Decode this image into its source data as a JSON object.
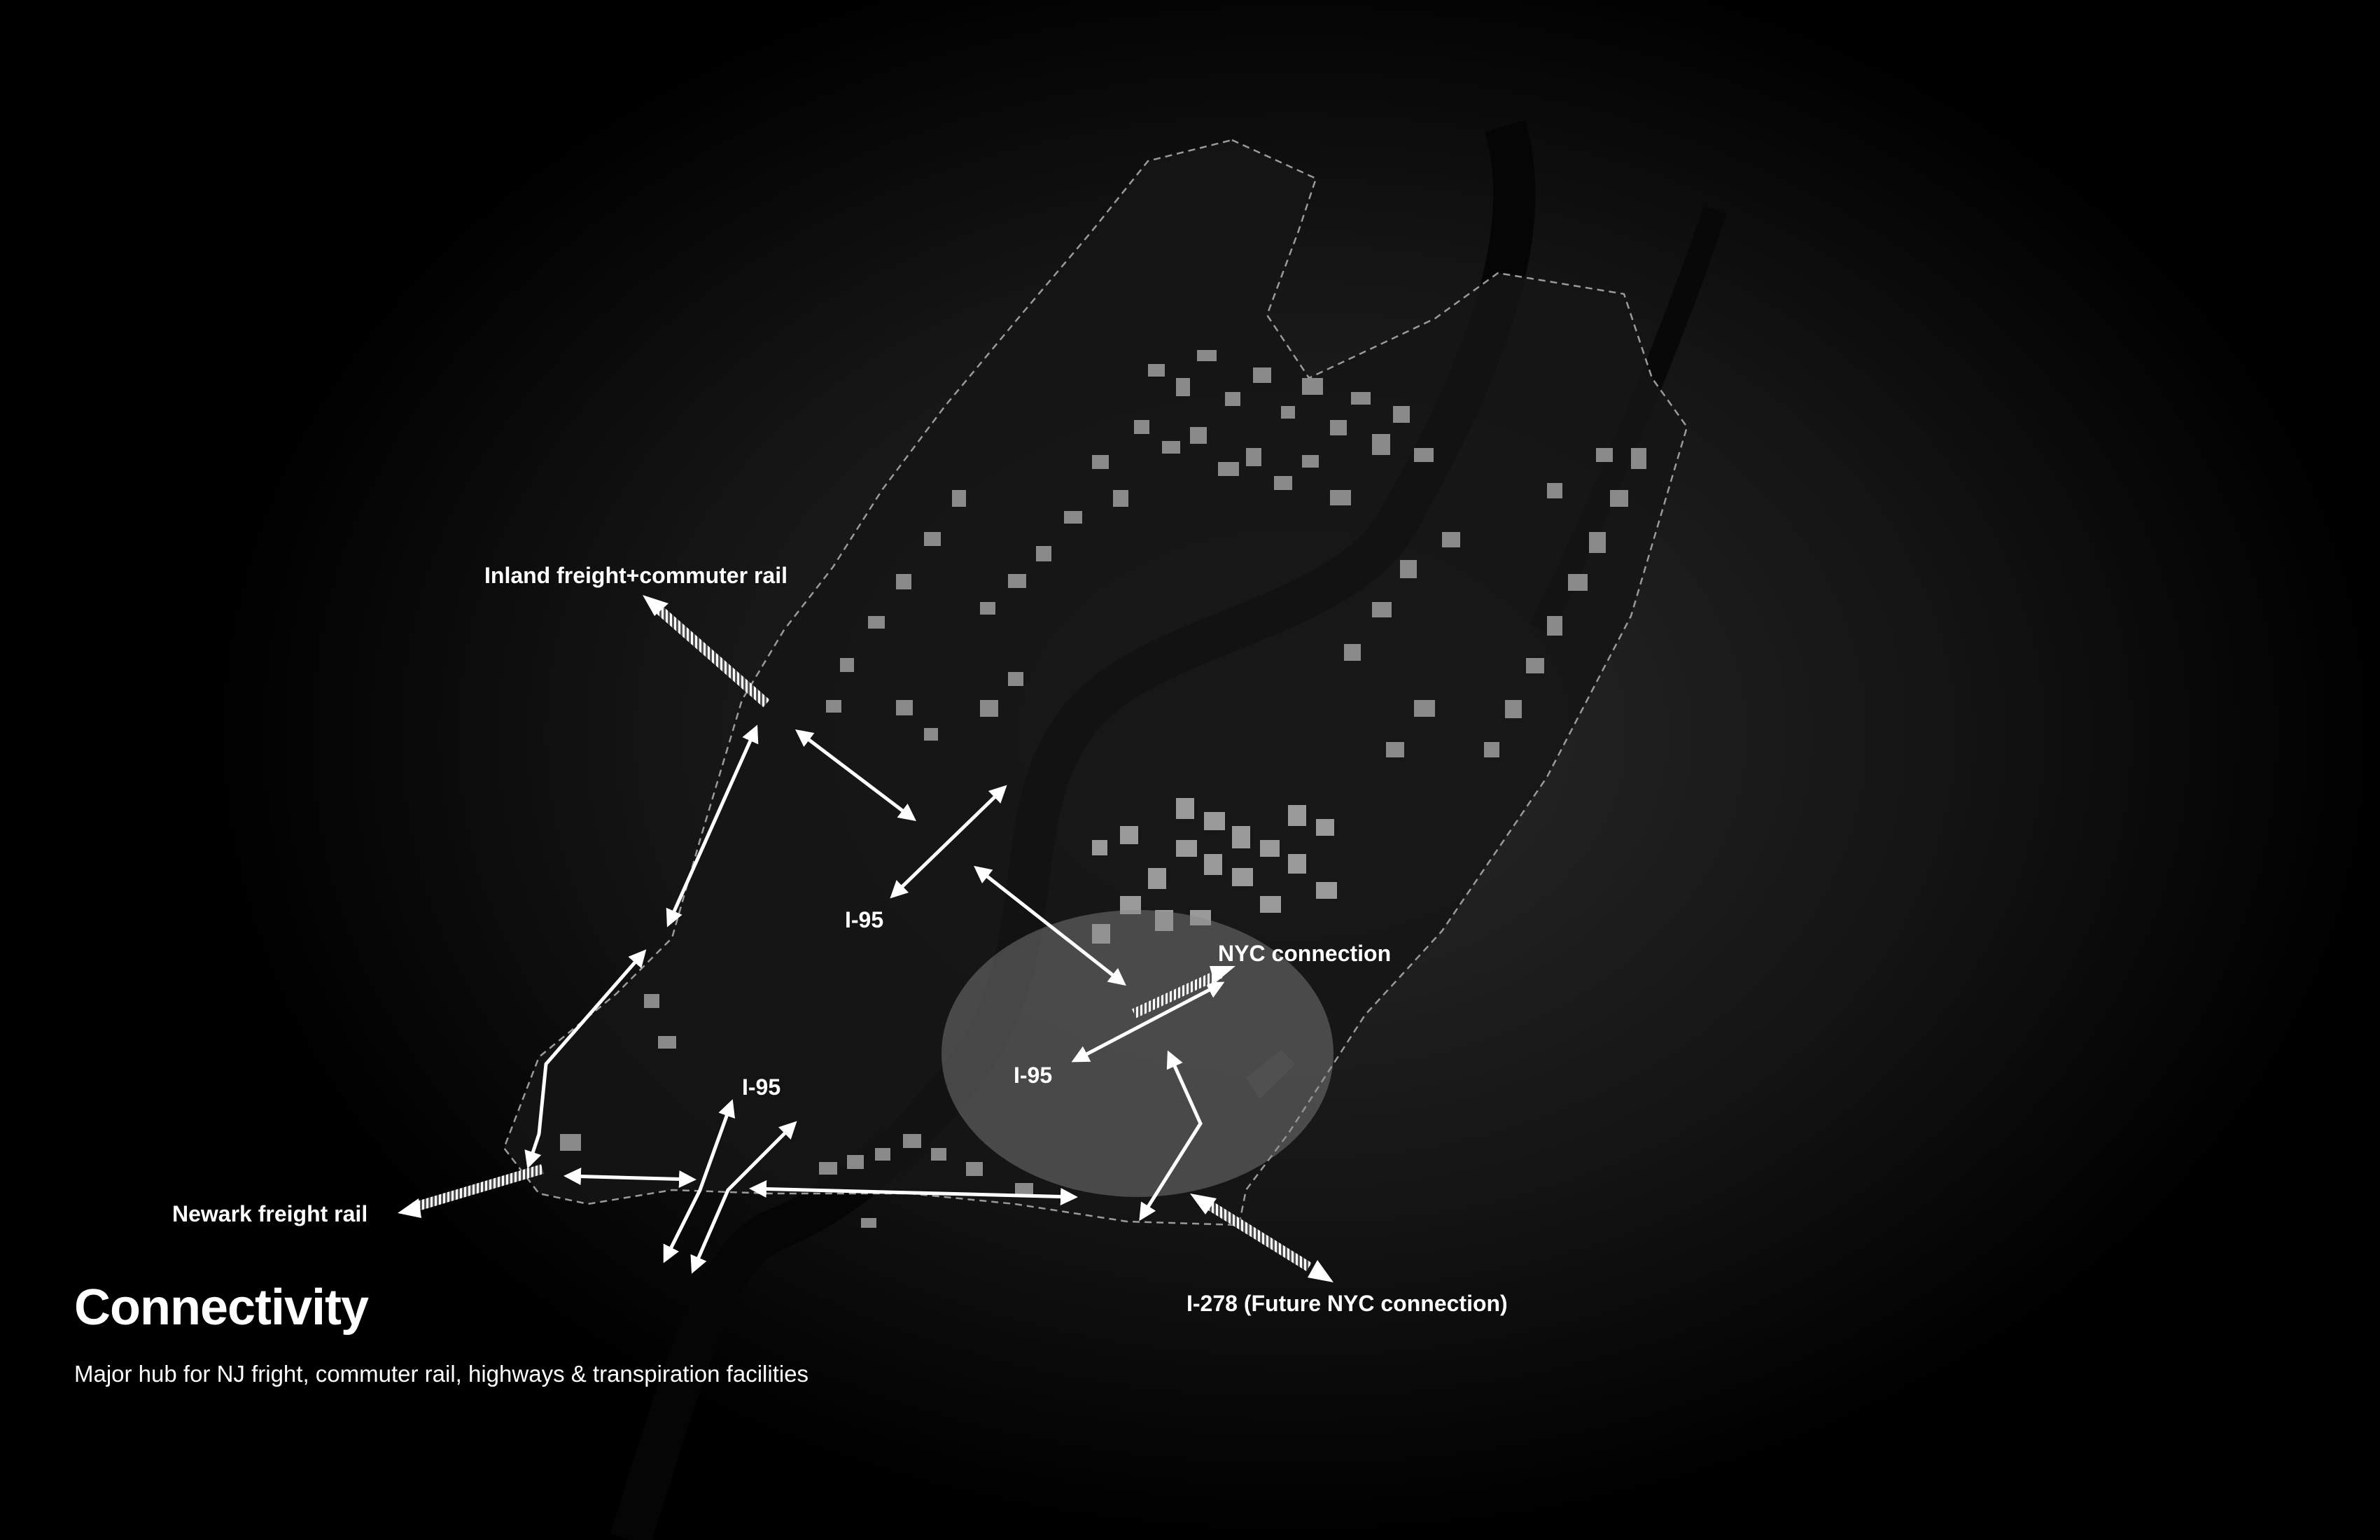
{
  "title": "Connectivity",
  "subtitle": "Major hub for NJ fright, commuter rail, highways & transpiration facilities",
  "labels": {
    "inland_rail": "Inland freight+commuter rail",
    "i95_north": "I-95",
    "nyc_connection": "NYC connection",
    "i95_center": "I-95",
    "i95_south": "I-95",
    "newark_rail": "Newark freight rail",
    "i278": "I-278 (Future NYC connection)"
  },
  "colors": {
    "background": "#000000",
    "terrain": "#1a1a1a",
    "buildings": "#8a8a8a",
    "arrows": "#ffffff",
    "highlight": "#6e6e6e"
  },
  "icons": {
    "double_arrow": "double-headed-road-arrow",
    "rail_arrow": "hatched-rail-arrow"
  }
}
